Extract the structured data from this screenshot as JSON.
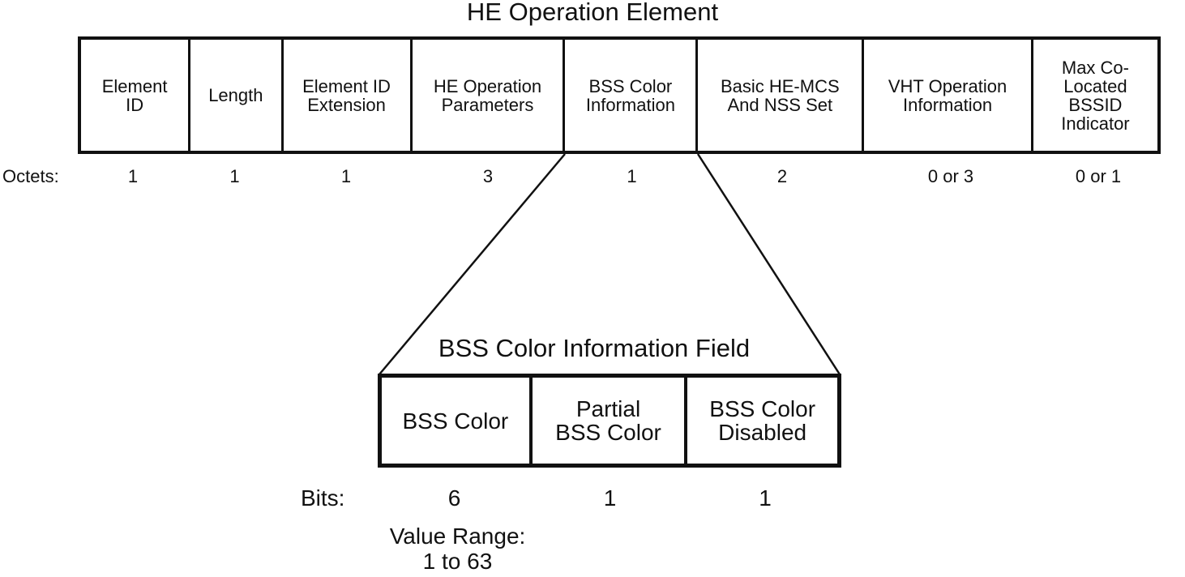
{
  "top": {
    "title": "HE Operation Element",
    "unit_label": "Octets:",
    "fields": [
      {
        "label": "Element\nID",
        "size": "1"
      },
      {
        "label": "Length",
        "size": "1"
      },
      {
        "label": "Element ID\nExtension",
        "size": "1"
      },
      {
        "label": "HE Operation\nParameters",
        "size": "3"
      },
      {
        "label": "BSS Color\nInformation",
        "size": "1"
      },
      {
        "label": "Basic HE-MCS\nAnd NSS Set",
        "size": "2"
      },
      {
        "label": "VHT Operation\nInformation",
        "size": "0 or 3"
      },
      {
        "label": "Max Co-\nLocated\nBSSID\nIndicator",
        "size": "0 or 1"
      }
    ]
  },
  "detail": {
    "title": "BSS Color Information Field",
    "unit_label": "Bits:",
    "fields": [
      {
        "label": "BSS Color",
        "size": "6"
      },
      {
        "label": "Partial\nBSS Color",
        "size": "1"
      },
      {
        "label": "BSS Color\nDisabled",
        "size": "1"
      }
    ],
    "annotation": "Value Range:\n1 to 63"
  },
  "colors": {
    "line": "#111111",
    "text": "#111111",
    "background": "#ffffff"
  }
}
